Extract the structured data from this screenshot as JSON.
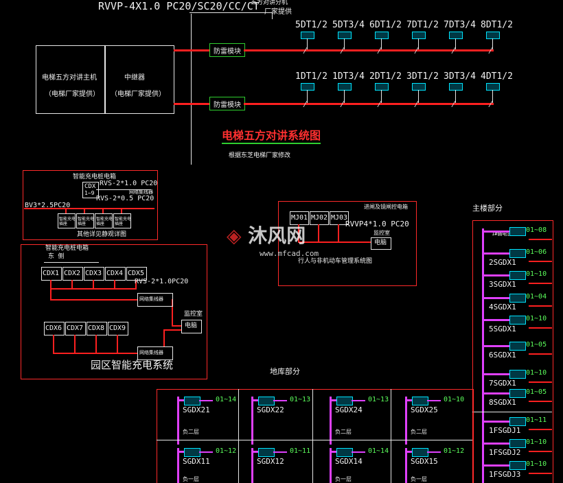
{
  "top": {
    "cable": "RVVP-4X1.0 PC20/SC20/CC/CT",
    "distributor": "五方对讲分机",
    "distributor_note": "厂家提供",
    "host_title": "电梯五方对讲主机",
    "host_note": "（电梯厂家提供）",
    "relay_title": "中继器",
    "relay_note": "（电梯厂家提供）",
    "surge1": "防雷模块",
    "surge2": "防雷模块",
    "row1": [
      "5DT1/2",
      "5DT3/4",
      "6DT1/2",
      "7DT1/2",
      "7DT3/4",
      "8DT1/2"
    ],
    "row2": [
      "1DT1/2",
      "1DT3/4",
      "2DT1/2",
      "3DT1/2",
      "3DT3/4",
      "4DT1/2"
    ],
    "title": "电梯五方对讲系统图",
    "subtitle": "根据东芝电梯厂家修改"
  },
  "detail": {
    "header": "智能充电桩电箱",
    "cdx": "CDX",
    "cdx2": "1~9",
    "cable1": "RVS-2*1.0 PC20",
    "cable2": "RVS-2*0.5 PC20",
    "mux": "网络集线器",
    "power": "BV3*2.5PC20",
    "cells": [
      "智能充电插座",
      "智能充电插座",
      "智能充电插座",
      "智能充电插座"
    ],
    "caption": "其他详见静观详图"
  },
  "park": {
    "header": "智能充电桩电箱",
    "sub": "东 侧",
    "cdx_top": [
      "CDX1",
      "CDX2",
      "CDX3",
      "CDX4",
      "CDX5"
    ],
    "cdx_bot": [
      "CDX6",
      "CDX7",
      "CDX8",
      "CDX9"
    ],
    "cable": "RVS-2*1.0PC20",
    "hub1": "网络集线器",
    "hub2": "网络集线器",
    "monitor": "监控室",
    "pc": "电脑",
    "title": "园区智能充电系统"
  },
  "mj": {
    "units": [
      "MJ01",
      "MJ02",
      "MJ03"
    ],
    "label": "进闸及镜闸控电箱",
    "cable": "RVVP4*1.0 PC20",
    "monitor": "监控室",
    "pc": "电脑",
    "title": "行人与非机动车管理系统图"
  },
  "watermark": {
    "cn": "沐风网",
    "url": "www.mfcad.com"
  },
  "main_bldg": {
    "title": "主楼部分",
    "head_label": "1#弱电总箱",
    "nodes": [
      {
        "label": "",
        "range": "01~08"
      },
      {
        "label": "2SGDX1",
        "range": "01~06"
      },
      {
        "label": "3SGDX1",
        "range": "01~10"
      },
      {
        "label": "4SGDX1",
        "range": "01~04"
      },
      {
        "label": "5SGDX1",
        "range": "01~10"
      },
      {
        "label": "6SGDX1",
        "range": "01~05"
      },
      {
        "label": "7SGDX1",
        "range": "01~10"
      },
      {
        "label": "8SGDX1",
        "range": "01~05"
      },
      {
        "label": "1FSGDJ1",
        "range": "01~11"
      },
      {
        "label": "1FSGDJ2",
        "range": "01~10"
      },
      {
        "label": "1FSGDJ3",
        "range": "01~10"
      }
    ]
  },
  "basement": {
    "title": "地库部分",
    "row1": [
      {
        "label": "SGDX21",
        "range": "01~14",
        "floor": "负二层"
      },
      {
        "label": "SGDX22",
        "range": "01~13",
        "floor": ""
      },
      {
        "label": "SGDX24",
        "range": "01~13",
        "floor": "负二层"
      },
      {
        "label": "SGDX25",
        "range": "01~10",
        "floor": "负二层"
      }
    ],
    "row2": [
      {
        "label": "SGDX11",
        "range": "01~12",
        "floor": "负一层"
      },
      {
        "label": "SGDX12",
        "range": "01~11",
        "floor": ""
      },
      {
        "label": "SGDX14",
        "range": "01~14",
        "floor": "负一层"
      },
      {
        "label": "SGDX15",
        "range": "01~12",
        "floor": "负一层"
      }
    ]
  }
}
